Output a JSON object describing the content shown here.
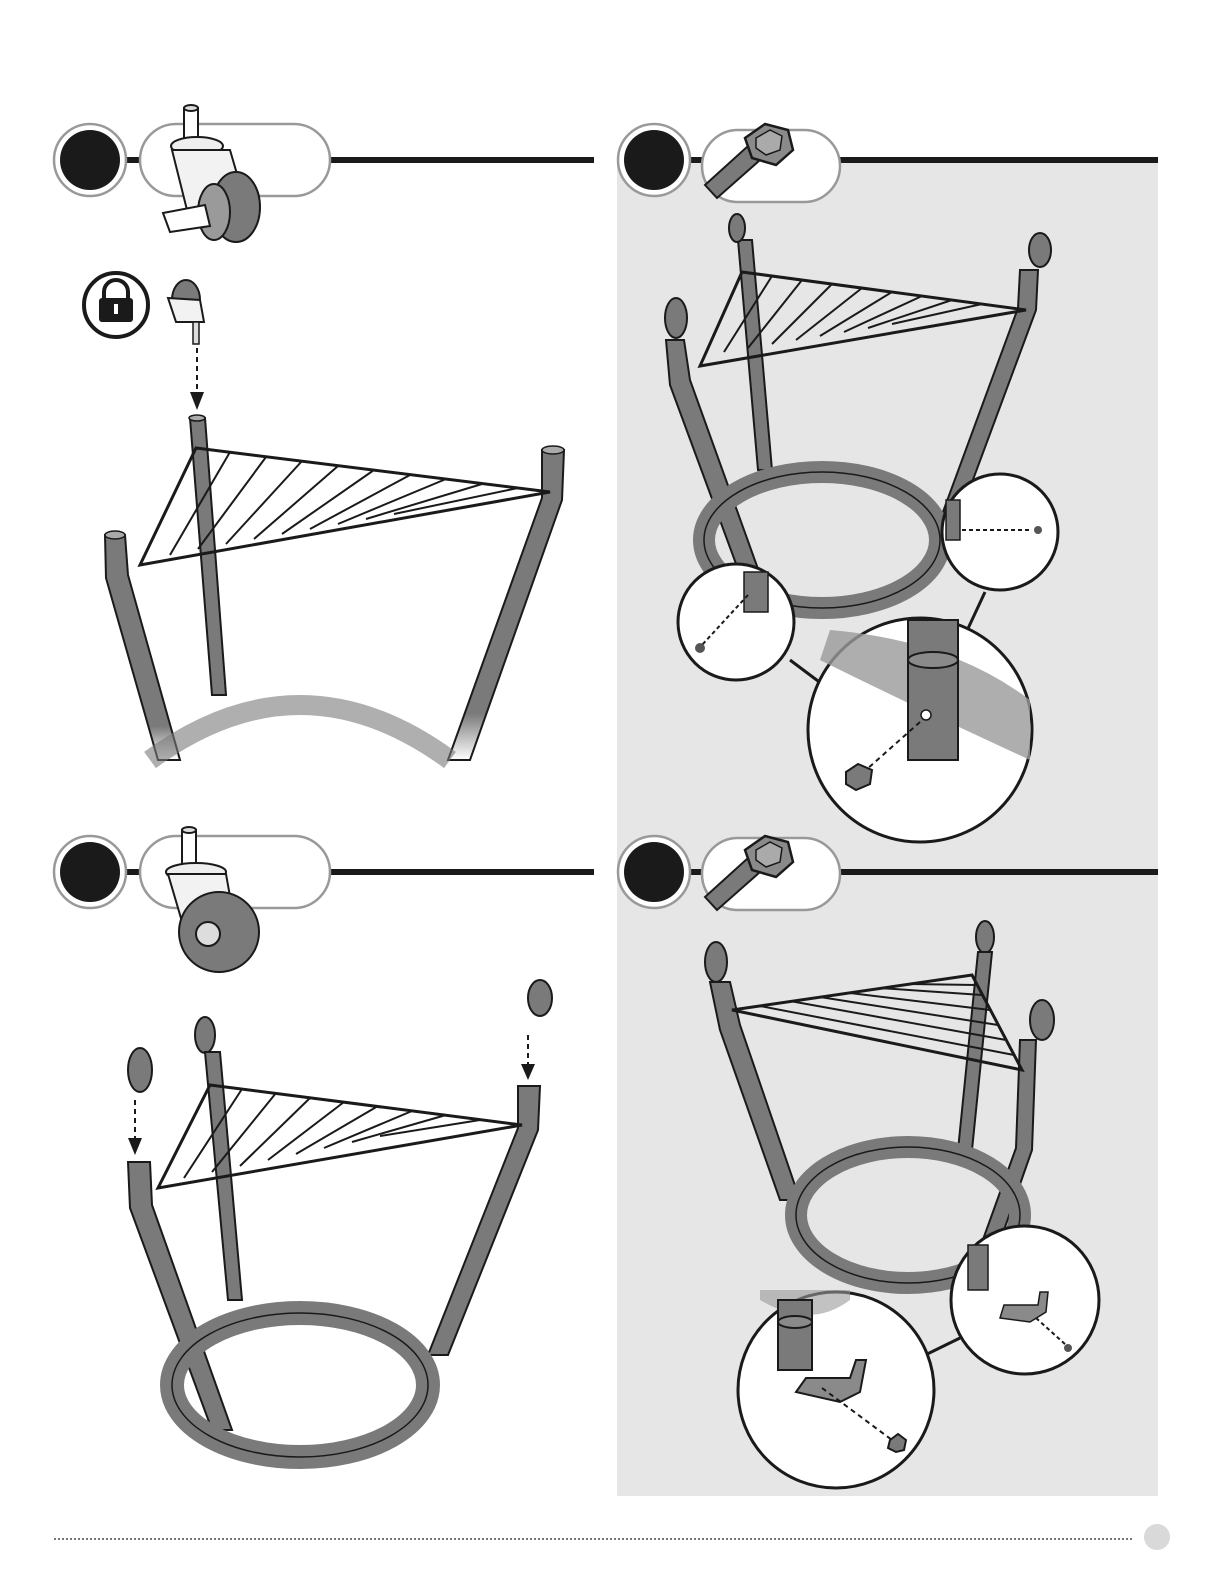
{
  "page": {
    "title": "",
    "page_number": ""
  },
  "steps": [
    {
      "id": "step-a",
      "part_icon": "caster-wheel-locking-icon",
      "note_icon": "lock-icon",
      "shaded": false
    },
    {
      "id": "step-b",
      "part_icon": "hex-bolt-icon",
      "shaded": true
    },
    {
      "id": "step-c",
      "part_icon": "caster-wheel-icon",
      "shaded": false
    },
    {
      "id": "step-d",
      "part_icon": "hex-bolt-icon",
      "shaded": true
    }
  ],
  "colors": {
    "step_badge": "#1a1a1a",
    "leg": "#7a7a7a",
    "shade_panel": "#e6e6e6",
    "outline": "#1a1a1a"
  }
}
